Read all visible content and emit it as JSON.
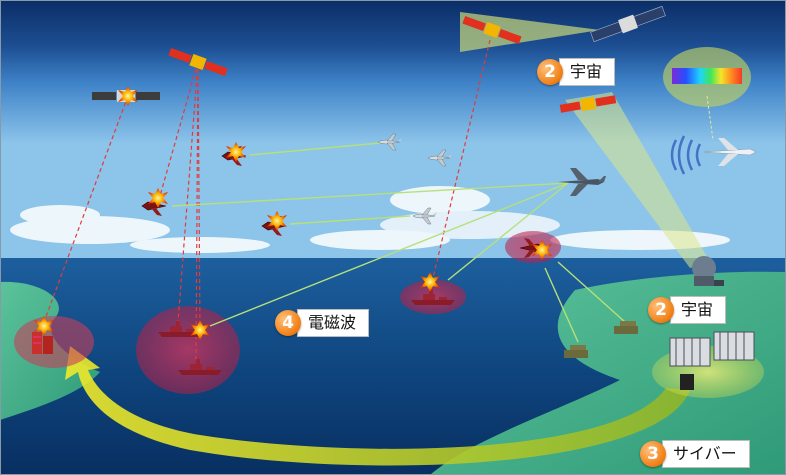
{
  "labels": {
    "space_top": {
      "number": "2",
      "text": "宇宙"
    },
    "space_ground": {
      "number": "2",
      "text": "宇宙"
    },
    "em_wave": {
      "number": "4",
      "text": "電磁波"
    },
    "cyber": {
      "number": "3",
      "text": "サイバー"
    }
  },
  "colors": {
    "badge": "#f07d12",
    "sky_top": "#0b2d66",
    "sea": "#0a3d7a",
    "land": "#3fae8c",
    "attack_zone": "#c0284d",
    "sensor_beam": "#d7e36a",
    "arrow": "#d9d92a",
    "link_line": "#e23a3a",
    "datalink": "#b8e07a"
  },
  "icons": [
    "satellite-icon",
    "fighter-jet-icon",
    "awacs-aircraft-icon",
    "warship-icon",
    "radar-dome-icon",
    "server-rack-icon",
    "missile-launcher-icon",
    "explosion-icon",
    "signal-wave-icon",
    "spectrum-icon"
  ]
}
